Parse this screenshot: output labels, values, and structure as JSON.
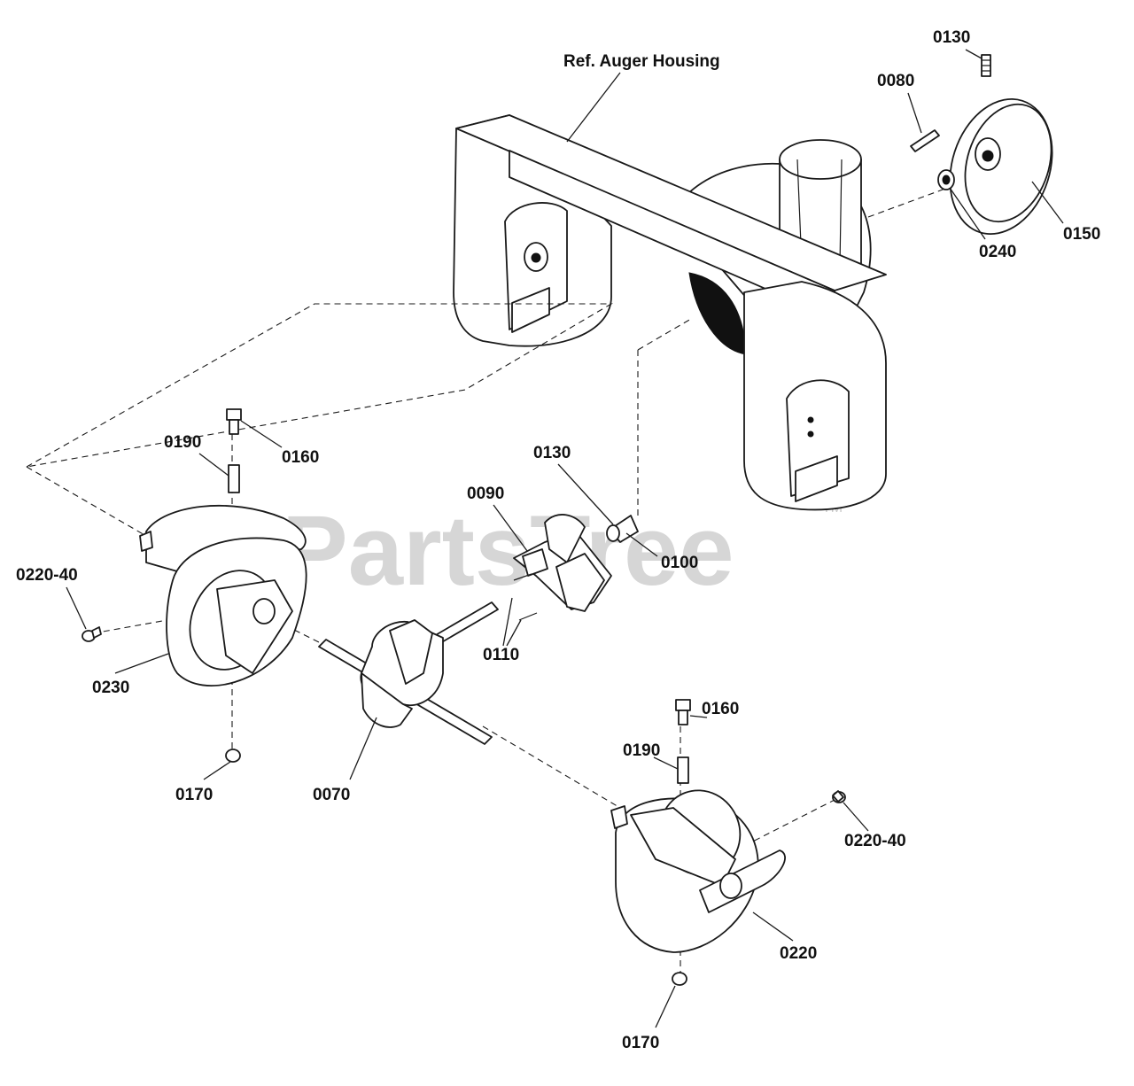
{
  "watermark": {
    "text": "PartsTree",
    "trademark": "TM"
  },
  "labels": {
    "ref_housing": "Ref. Auger Housing",
    "p0130_top": "0130",
    "p0080": "0080",
    "p0150": "0150",
    "p0240": "0240",
    "p0190_left": "0190",
    "p0160_left": "0160",
    "p0130_mid": "0130",
    "p0090": "0090",
    "p0100": "0100",
    "p0220_40_left": "0220-40",
    "p0110": "0110",
    "p0230": "0230",
    "p0170_left": "0170",
    "p0070": "0070",
    "p0160_right": "0160",
    "p0190_right": "0190",
    "p0220_40_right": "0220-40",
    "p0220": "0220",
    "p0170_right": "0170"
  }
}
